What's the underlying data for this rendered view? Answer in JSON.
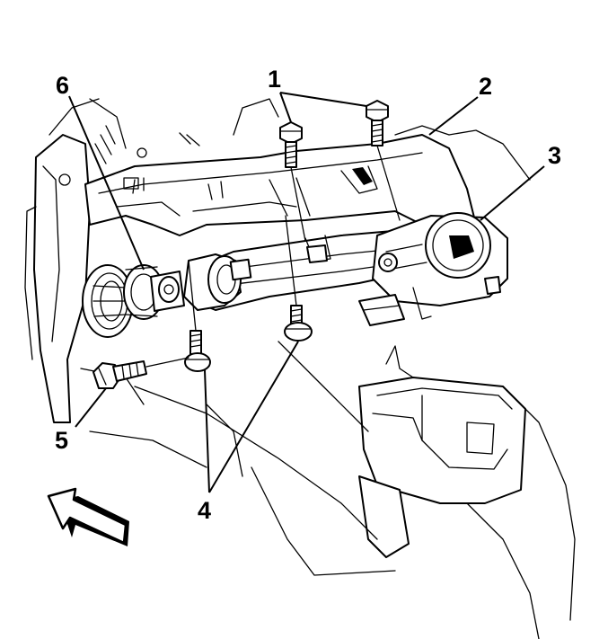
{
  "callouts": {
    "c1": "1",
    "c2": "2",
    "c3": "3",
    "c4": "4",
    "c5": "5",
    "c6": "6"
  },
  "colors": {
    "line": "#000000",
    "background": "#ffffff"
  },
  "icons": {
    "direction_arrow": "forward-arrow-icon"
  }
}
